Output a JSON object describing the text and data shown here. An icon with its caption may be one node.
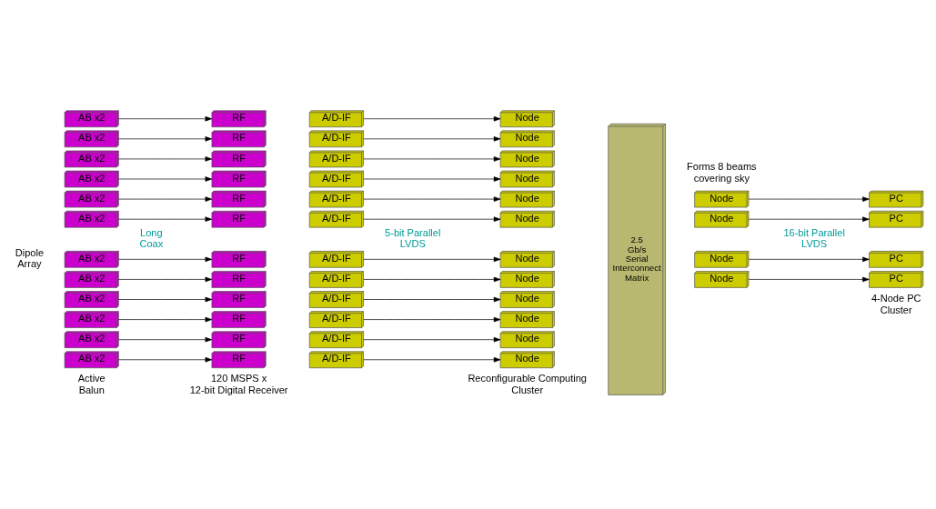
{
  "diagram": {
    "nodes": [
      {
        "text": [
          "AB x2"
        ]
      },
      {
        "text": [
          "AB x2"
        ]
      },
      {
        "text": [
          "AB x2"
        ]
      },
      {
        "text": [
          "AB x2"
        ]
      },
      {
        "text": [
          "AB x2"
        ]
      },
      {
        "text": [
          "AB x2"
        ]
      },
      {
        "text": [
          "AB x2"
        ]
      },
      {
        "text": [
          "AB x2"
        ]
      },
      {
        "text": [
          "AB x2"
        ]
      },
      {
        "text": [
          "AB x2"
        ]
      },
      {
        "text": [
          "AB x2"
        ]
      },
      {
        "text": [
          "AB x2"
        ]
      },
      {
        "text": [
          "RF"
        ]
      },
      {
        "text": [
          "RF"
        ]
      },
      {
        "text": [
          "RF"
        ]
      },
      {
        "text": [
          "RF"
        ]
      },
      {
        "text": [
          "RF"
        ]
      },
      {
        "text": [
          "RF"
        ]
      },
      {
        "text": [
          "RF"
        ]
      },
      {
        "text": [
          "RF"
        ]
      },
      {
        "text": [
          "RF"
        ]
      },
      {
        "text": [
          "RF"
        ]
      },
      {
        "text": [
          "RF"
        ]
      },
      {
        "text": [
          "RF"
        ]
      },
      {
        "text": [
          "A/D-IF"
        ]
      },
      {
        "text": [
          "A/D-IF"
        ]
      },
      {
        "text": [
          "A/D-IF"
        ]
      },
      {
        "text": [
          "A/D-IF"
        ]
      },
      {
        "text": [
          "A/D-IF"
        ]
      },
      {
        "text": [
          "A/D-IF"
        ]
      },
      {
        "text": [
          "A/D-IF"
        ]
      },
      {
        "text": [
          "A/D-IF"
        ]
      },
      {
        "text": [
          "A/D-IF"
        ]
      },
      {
        "text": [
          "A/D-IF"
        ]
      },
      {
        "text": [
          "A/D-IF"
        ]
      },
      {
        "text": [
          "A/D-IF"
        ]
      },
      {
        "text": [
          "Node"
        ]
      },
      {
        "text": [
          "Node"
        ]
      },
      {
        "text": [
          "Node"
        ]
      },
      {
        "text": [
          "Node"
        ]
      },
      {
        "text": [
          "Node"
        ]
      },
      {
        "text": [
          "Node"
        ]
      },
      {
        "text": [
          "Node"
        ]
      },
      {
        "text": [
          "Node"
        ]
      },
      {
        "text": [
          "Node"
        ]
      },
      {
        "text": [
          "Node"
        ]
      },
      {
        "text": [
          "Node"
        ]
      },
      {
        "text": [
          "Node"
        ]
      },
      {
        "text": [
          "2.5 Gb/s Serial Interconnect Matrix"
        ]
      },
      {
        "text": [
          "Node"
        ]
      },
      {
        "text": [
          "Node"
        ]
      },
      {
        "text": [
          "Node"
        ]
      },
      {
        "text": [
          "Node"
        ]
      },
      {
        "text": [
          "PC"
        ]
      },
      {
        "text": [
          "PC"
        ]
      },
      {
        "text": [
          "PC"
        ]
      },
      {
        "text": [
          "PC"
        ]
      }
    ],
    "edges": [
      {
        "from": 0,
        "to": 12,
        "arrow": "to"
      },
      {
        "from": 1,
        "to": 13,
        "arrow": "to"
      },
      {
        "from": 2,
        "to": 14,
        "arrow": "to"
      },
      {
        "from": 3,
        "to": 15,
        "arrow": "to"
      },
      {
        "from": 4,
        "to": 16,
        "arrow": "to"
      },
      {
        "from": 5,
        "to": 17,
        "arrow": "to"
      },
      {
        "from": 6,
        "to": 18,
        "arrow": "to"
      },
      {
        "from": 7,
        "to": 19,
        "arrow": "to"
      },
      {
        "from": 8,
        "to": 20,
        "arrow": "to"
      },
      {
        "from": 9,
        "to": 21,
        "arrow": "to"
      },
      {
        "from": 10,
        "to": 22,
        "arrow": "to"
      },
      {
        "from": 11,
        "to": 23,
        "arrow": "to"
      },
      {
        "from": 24,
        "to": 36,
        "arrow": "to"
      },
      {
        "from": 25,
        "to": 37,
        "arrow": "to"
      },
      {
        "from": 26,
        "to": 38,
        "arrow": "to"
      },
      {
        "from": 27,
        "to": 39,
        "arrow": "to"
      },
      {
        "from": 28,
        "to": 40,
        "arrow": "to"
      },
      {
        "from": 29,
        "to": 41,
        "arrow": "to"
      },
      {
        "from": 30,
        "to": 42,
        "arrow": "to"
      },
      {
        "from": 31,
        "to": 43,
        "arrow": "to"
      },
      {
        "from": 32,
        "to": 44,
        "arrow": "to"
      },
      {
        "from": 33,
        "to": 45,
        "arrow": "to"
      },
      {
        "from": 34,
        "to": 46,
        "arrow": "to"
      },
      {
        "from": 35,
        "to": 47,
        "arrow": "to"
      },
      {
        "from": 49,
        "to": 53,
        "arrow": "to"
      },
      {
        "from": 50,
        "to": 54,
        "arrow": "to"
      },
      {
        "from": 51,
        "to": 55,
        "arrow": "to"
      },
      {
        "from": 52,
        "to": 56,
        "arrow": "to"
      }
    ],
    "labels": [
      "Dipole Array",
      "Forms 8 beams covering sky",
      "Active Balun",
      "Long Coax",
      "120 MSPS x 12-bit Digital Receiver",
      "5-bit Parallel LVDS",
      "Reconfigurable Computing Cluster",
      "16-bit Parallel LVDS",
      "4-Node PC Cluster"
    ]
  }
}
